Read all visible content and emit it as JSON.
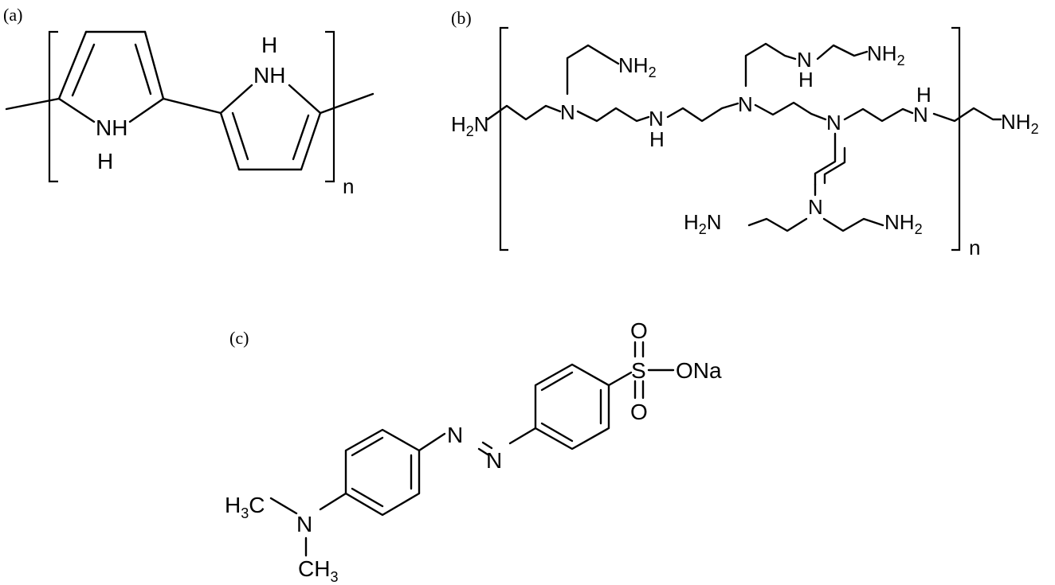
{
  "panels": {
    "a": {
      "label": "(a)",
      "atoms": {
        "nh_bottom": "NH",
        "h_bottom": "H",
        "h_top": "H",
        "nh_top": "NH"
      },
      "repeat": "n"
    },
    "b": {
      "label": "(b)",
      "atoms": {
        "h2n_left": "H",
        "h2n_left_2": "2",
        "h2n_left_n": "N",
        "nh2_top1": "NH",
        "nh2_top1_2": "2",
        "n1": "N",
        "nh_mid": "N",
        "nh_mid_h": "H",
        "n2": "N",
        "nh_top2": "N",
        "nh_top2_h": "H",
        "nh2_top2": "NH",
        "nh2_top2_2": "2",
        "n3": "N",
        "h_right": "H",
        "nh_right": "N",
        "nh2_right": "NH",
        "nh2_right_2": "2",
        "n4": "N",
        "h2n_bottom": "H",
        "h2n_bottom_2": "2",
        "h2n_bottom_n": "N",
        "nh2_bottom": "NH",
        "nh2_bottom_2": "2"
      },
      "repeat": "n"
    },
    "c": {
      "label": "(c)",
      "atoms": {
        "s": "S",
        "o_top": "O",
        "o_bottom": "O",
        "ona": "ONa",
        "n_azo_top": "N",
        "n_azo_bottom": "N",
        "h3c_h": "H",
        "h3c_3": "3",
        "h3c_c": "C",
        "n_amine": "N",
        "ch3_c": "CH",
        "ch3_3": "3"
      }
    }
  }
}
